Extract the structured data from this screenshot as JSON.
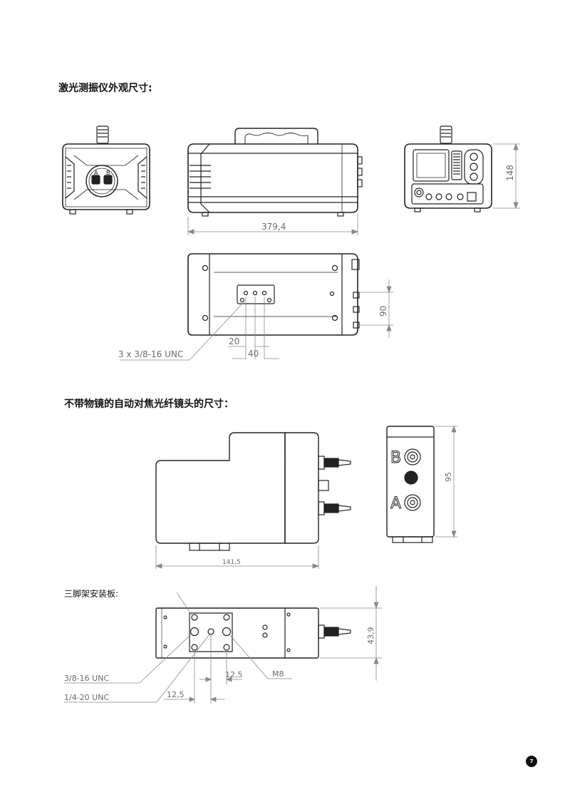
{
  "headings": {
    "section1": "激光测振仪外观尺寸:",
    "section2": "不带物镜的自动对焦光纤镜头的尺寸：",
    "tripod_plate": "三脚架安装板:"
  },
  "dimensions": {
    "length": "379,4",
    "height": "148",
    "depth": "90",
    "hole_spacing_1": "20",
    "hole_spacing_2": "40",
    "thread_callout": "3 x 3/8-16 UNC",
    "head_length": "141,5",
    "head_height": "95",
    "plate_height": "43,9",
    "plate_spacing_1": "12,5",
    "plate_spacing_2": "12,5",
    "thread_m8": "M8",
    "thread_38": "3/8-16 UNC",
    "thread_14": "1/4-20 UNC"
  },
  "labels": {
    "channel_a": "A",
    "channel_b": "B"
  },
  "page_number": "7"
}
